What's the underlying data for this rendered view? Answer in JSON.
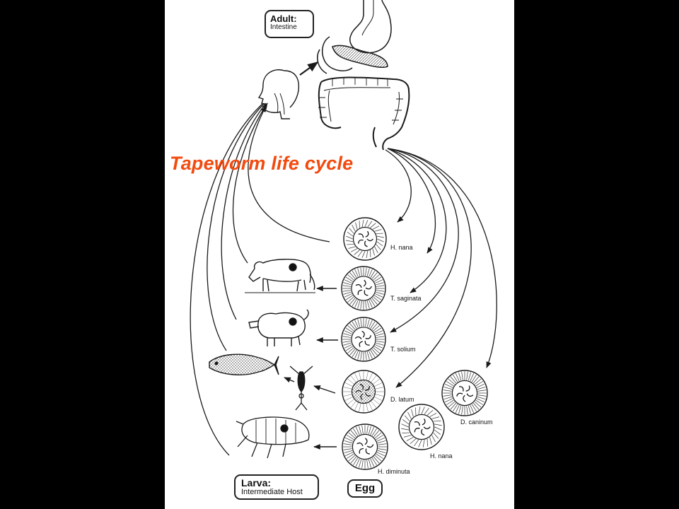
{
  "title": "Tapeworm life cycle",
  "colors": {
    "title": "#f24a0f",
    "background": "#000000",
    "panel": "#ffffff",
    "ink": "#1a1a1a"
  },
  "boxes": {
    "adult": {
      "line1": "Adult:",
      "line2": "Intestine"
    },
    "larva": {
      "line1": "Larva:",
      "line2": "Intermediate Host"
    },
    "egg": {
      "label": "Egg"
    }
  },
  "eggs": [
    {
      "species": "H. nana"
    },
    {
      "species": "T. saginata"
    },
    {
      "species": "T. solium"
    },
    {
      "species": "D. latum"
    },
    {
      "species": "D. caninum"
    },
    {
      "species": "H. nana"
    },
    {
      "species": "H. diminuta"
    }
  ],
  "hosts": [
    {
      "name": "cow",
      "icon": "cow-icon"
    },
    {
      "name": "pig",
      "icon": "pig-icon"
    },
    {
      "name": "fish",
      "icon": "fish-icon"
    },
    {
      "name": "copepod",
      "icon": "copepod-icon"
    },
    {
      "name": "flea",
      "icon": "flea-icon"
    }
  ]
}
